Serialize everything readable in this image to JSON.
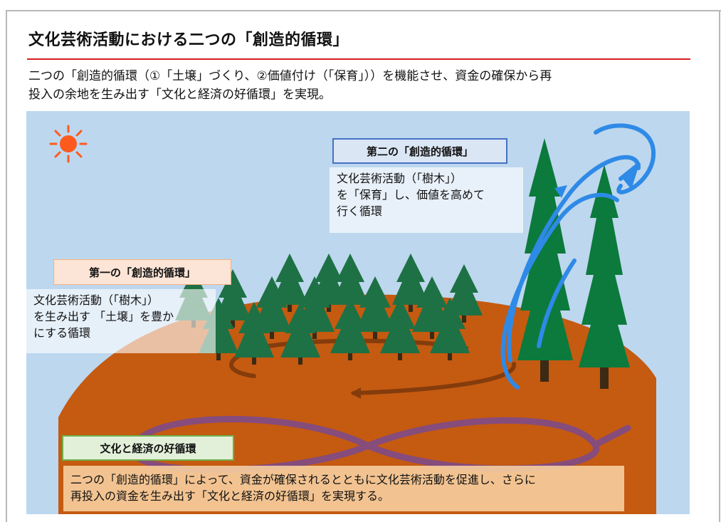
{
  "header": {
    "title": "文化芸術活動における二つの「創造的循環」",
    "lead_line1": "二つの「創造的循環（①「土壌」づくり、②価値付け（「保育」））を機能させ、資金の確保から再",
    "lead_line2": "投入の余地を生み出す「文化と経済の好循環」を実現。"
  },
  "diagram": {
    "first_cycle": {
      "label": "第一の「創造的循環」",
      "desc_line1": "文化芸術活動（「樹木」）",
      "desc_line2": "を生み出す 「土壌」を豊か",
      "desc_line3": "にする循環"
    },
    "second_cycle": {
      "label": "第二の「創造的循環」",
      "desc_line1": "文化芸術活動（「樹木」）",
      "desc_line2": "を「保育」し、価値を高めて",
      "desc_line3": "行く循環"
    },
    "economy_cycle": {
      "label": "文化と経済の好循環",
      "desc_line1": "二つの「創造的循環」によって、資金が確保されるとともに文化芸術活動を促進し、さらに",
      "desc_line2": "再投入の資金を生み出す「文化と経済の好循環」を実現する。"
    },
    "icons": [
      "sun-icon",
      "tree-icon",
      "cycle-arrow-icon"
    ],
    "colors": {
      "sky": "#bdd7ee",
      "soil": "#c55a11",
      "tree": "#1e7145",
      "tall_tree": "#0b7a3c",
      "first_cycle_arrow": "#843c0c",
      "second_cycle_arrow": "#2e8ae6",
      "economy_cycle_arrow": "#7a4a8f",
      "sun": "#ff5a1e",
      "title_rule": "#d81e1e"
    }
  }
}
